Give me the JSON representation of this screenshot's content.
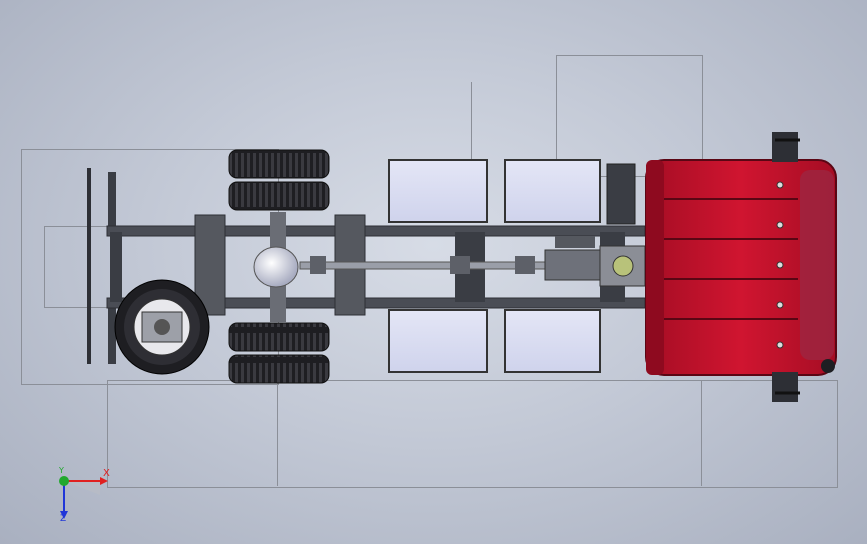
{
  "window": {
    "title": ""
  },
  "model": {
    "description_units": "",
    "colors": {
      "cab_red": "#c8102e",
      "cab_dark": "#8e0a1f",
      "frame": "#4a4d55",
      "frame_dark": "#2d2f35",
      "tire": "#1e1e22",
      "battery_box": "#d9dcf2",
      "background_center": "#d7dce6",
      "sketch_line": "#8b8f98"
    }
  },
  "triad": {
    "x_label": "X",
    "y_label": "Y",
    "z_label": "Z",
    "x_color": "#e02020",
    "y_color": "#22a82e",
    "z_color": "#2036d8"
  }
}
